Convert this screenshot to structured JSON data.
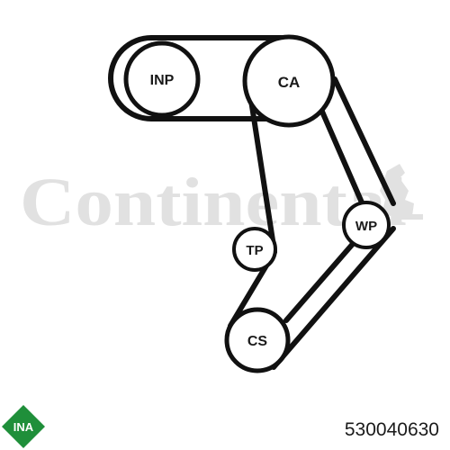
{
  "watermark": {
    "brand_text": "Continental"
  },
  "diagram": {
    "pulleys": {
      "inp": {
        "label": "INP"
      },
      "ca": {
        "label": "CA"
      },
      "tp": {
        "label": "TP"
      },
      "wp": {
        "label": "WP"
      },
      "cs": {
        "label": "CS"
      }
    }
  },
  "logo": {
    "brand_text": "INA",
    "color": "#1f8f3a"
  },
  "footer": {
    "part_number": "530040630"
  },
  "colors": {
    "belt": "#111111",
    "watermark": "#e1e1e1",
    "text": "#1a1a1a"
  }
}
